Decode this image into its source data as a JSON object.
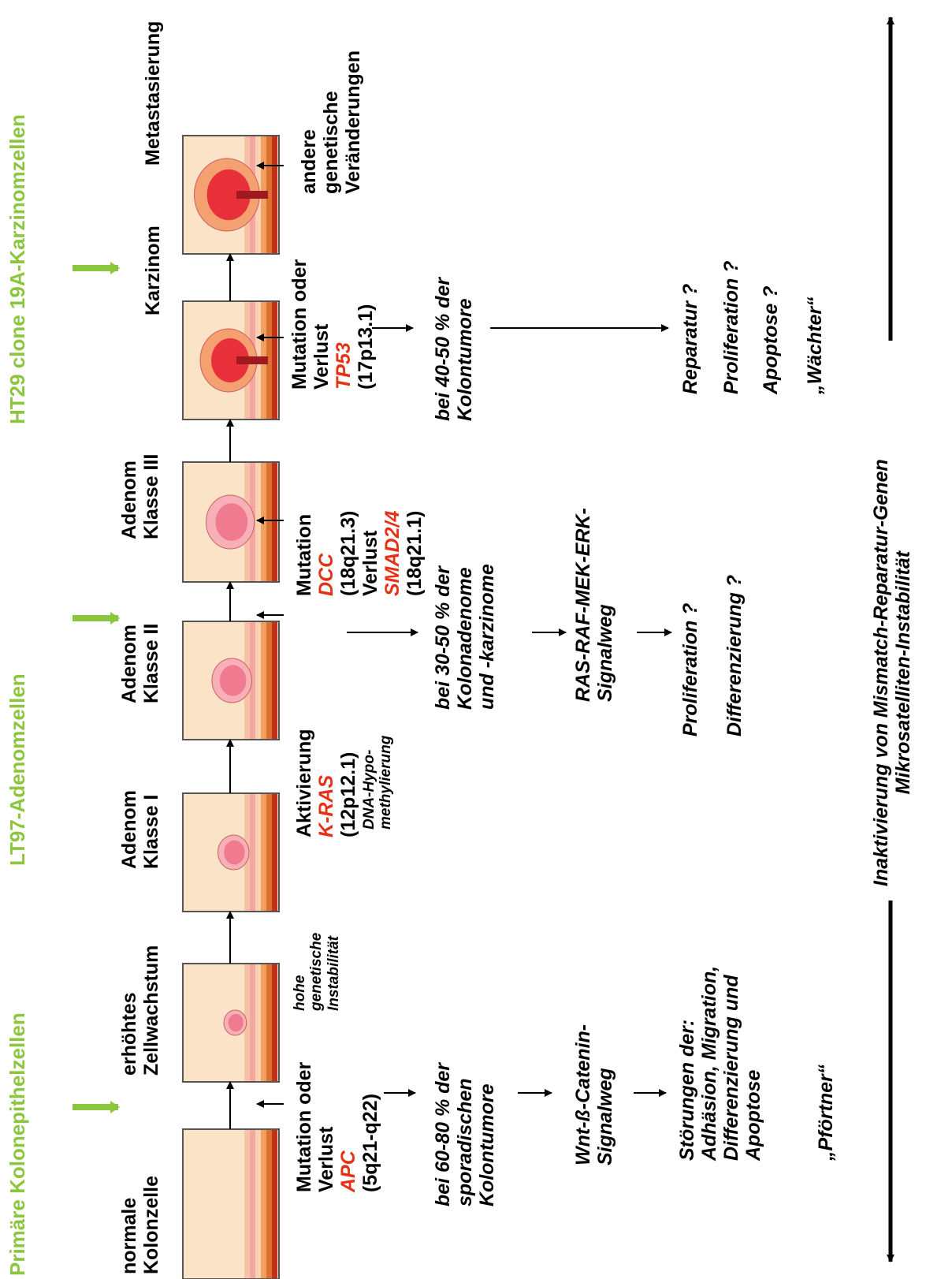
{
  "cell_lines": {
    "primary": "Primäre Kolonepithelzellen",
    "lt97": "LT97-Adenomzellen",
    "ht29": "HT29 clone 19A-Karzinomzellen"
  },
  "stages": {
    "s1": [
      "normale",
      "Kolonzelle"
    ],
    "s2": [
      "erhöhtes",
      "Zellwachstum"
    ],
    "s3": [
      "Adenom",
      "Klasse I"
    ],
    "s4": [
      "Adenom",
      "Klasse II"
    ],
    "s5": [
      "Adenom",
      "Klasse III"
    ],
    "s6": [
      "Karzinom"
    ],
    "s7": [
      "Metastasierung"
    ]
  },
  "genes": {
    "apc": {
      "line1": "Mutation oder",
      "line2a": "Verlust ",
      "gene": "APC",
      "line3": "(5q21-q22)"
    },
    "instab": [
      "hohe",
      "genetische",
      "Instabilität"
    ],
    "kras": {
      "line1a": "Aktivierung ",
      "gene": "K-RAS",
      "line2": "(12p12.1)"
    },
    "hypo": [
      "DNA-Hypo-",
      "methylierung"
    ],
    "dcc": {
      "line1a": "Mutation ",
      "gene": "DCC",
      "line2": "(18q21.3)"
    },
    "smad": {
      "line1a": "Verlust ",
      "gene": "SMAD2/4",
      "line2": "(18q21.1)"
    },
    "tp53": {
      "line1": "Mutation oder",
      "line2a": "Verlust ",
      "gene": "TP53",
      "line3": "(17p13.1)"
    },
    "other": [
      "andere",
      "genetische",
      "Veränderungen"
    ]
  },
  "frequencies": {
    "apc": [
      "bei 60-80 % der",
      "sporadischen",
      "Kolontumore"
    ],
    "kras": [
      "bei 30-50 % der",
      "Kolonadenome",
      "und -karzinome"
    ],
    "tp53": [
      "bei 40-50 % der",
      "Kolontumore"
    ]
  },
  "pathways": {
    "wnt": [
      "Wnt-ß-Catenin-",
      "Signalweg"
    ],
    "ras": [
      "RAS-RAF-MEK-ERK-",
      "Signalweg"
    ]
  },
  "effects": {
    "apc": [
      "Störungen der:",
      "Adhäsion, Migration,",
      "Differenzierung und",
      "Apoptose"
    ],
    "apc_role": "„Pförtner“",
    "kras": [
      "Proliferation  ?",
      "Differenzierung ?"
    ],
    "tp53": [
      "Reparatur ?",
      "Proliferation ?",
      "Apoptose ?"
    ],
    "tp53_role": "„Wächter“"
  },
  "bottom": [
    "Inaktivierung von Mismatch-Reparatur-Genen",
    "Mikrosatelliten-Instabilität"
  ],
  "colors": {
    "green": "#8cc63f",
    "red": "#e53216"
  }
}
